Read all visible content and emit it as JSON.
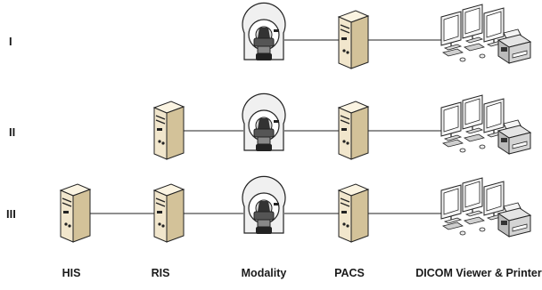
{
  "rows": [
    {
      "label": "I",
      "nodes": [
        "modality",
        "pacs",
        "viewer"
      ]
    },
    {
      "label": "II",
      "nodes": [
        "ris",
        "modality",
        "pacs",
        "viewer"
      ]
    },
    {
      "label": "III",
      "nodes": [
        "his",
        "ris",
        "modality",
        "pacs",
        "viewer"
      ]
    }
  ],
  "columns": {
    "his": "HIS",
    "ris": "RIS",
    "modality": "Modality",
    "pacs": "PACS",
    "viewer": "DICOM Viewer & Printer"
  },
  "colors": {
    "server_body": "#f1e6cc",
    "server_shade": "#d3c299",
    "scanner_ring": "#eeeeee",
    "scanner_core": "#333333",
    "line": "#222222"
  }
}
